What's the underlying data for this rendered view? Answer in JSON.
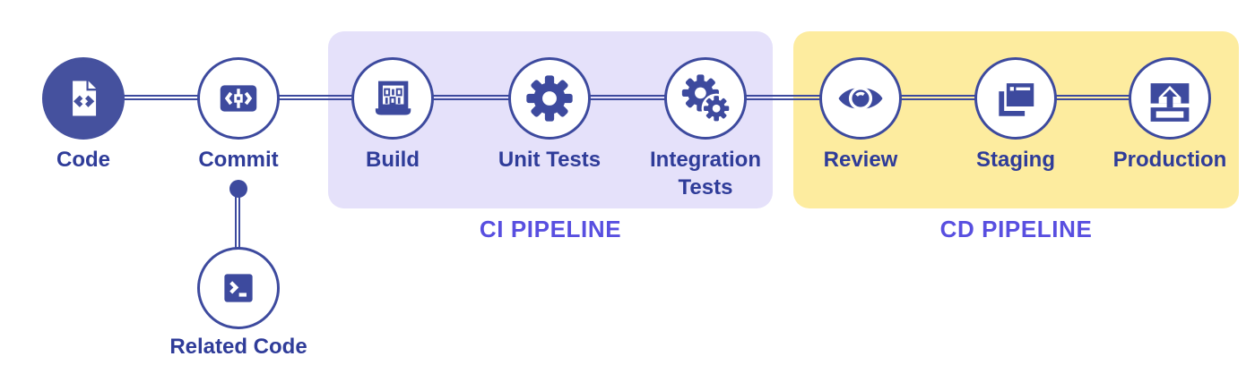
{
  "palette": {
    "node_indigo": "#3D4A9E",
    "code_node_fill": "#45519E",
    "stage_label_color": "#2F3C99",
    "pipeline_label_color": "#584FE0",
    "ci_box_bg": "#E5E1FA",
    "cd_box_bg": "#FDEC9F",
    "canvas_bg": "#FFFFFF"
  },
  "pipeline": {
    "groups": {
      "ci": {
        "label": "CI PIPELINE"
      },
      "cd": {
        "label": "CD PIPELINE"
      }
    },
    "stages": [
      {
        "label": "Code",
        "icon": "code-file-icon",
        "variant": "filled",
        "group": null
      },
      {
        "label": "Commit",
        "icon": "commit-icon",
        "variant": "outline",
        "group": null
      },
      {
        "label": "Build",
        "icon": "build-laptop-icon",
        "variant": "outline",
        "group": "ci"
      },
      {
        "label": "Unit Tests",
        "icon": "gear-icon",
        "variant": "outline",
        "group": "ci"
      },
      {
        "label": "Integration Tests",
        "icon": "gears-icon",
        "variant": "outline",
        "group": "ci"
      },
      {
        "label": "Review",
        "icon": "eye-icon",
        "variant": "outline",
        "group": "cd"
      },
      {
        "label": "Staging",
        "icon": "windows-stack-icon",
        "variant": "outline",
        "group": "cd"
      },
      {
        "label": "Production",
        "icon": "upload-icon",
        "variant": "outline",
        "group": "cd"
      }
    ],
    "branch": {
      "from": "Commit",
      "label": "Related Code",
      "icon": "terminal-icon"
    }
  }
}
